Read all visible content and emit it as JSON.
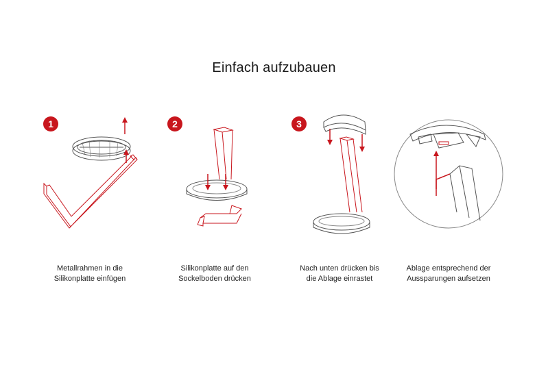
{
  "title": "Einfach aufzubauen",
  "accent_color": "#c8161d",
  "line_color": "#555555",
  "steps": [
    {
      "number": "1",
      "caption_line1": "Metallrahmen in die",
      "caption_line2": "Silikonplatte einfügen"
    },
    {
      "number": "2",
      "caption_line1": "Silikonplatte auf den",
      "caption_line2": "Sockelboden drücken"
    },
    {
      "number": "3",
      "caption_line1": "Nach unten drücken bis",
      "caption_line2": "die Ablage einrastet"
    },
    {
      "number": "",
      "caption_line1": "Ablage entsprechend der",
      "caption_line2": "Aussparungen aufsetzen"
    }
  ]
}
